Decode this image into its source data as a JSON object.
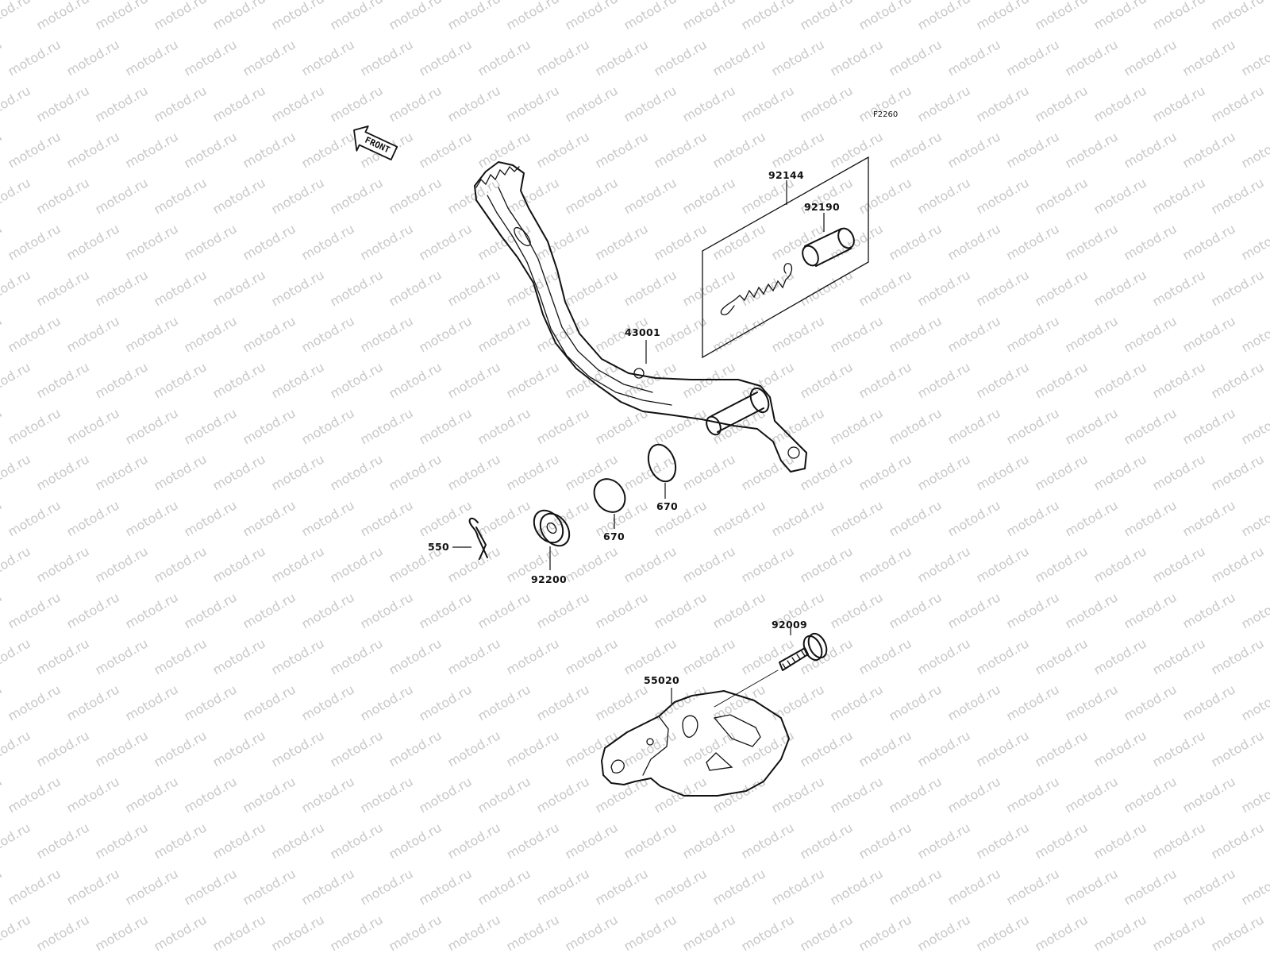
{
  "watermark": "motod.ru",
  "diagram_code": "F2260",
  "front_label": "FRONT",
  "parts": {
    "p92144": "92144",
    "p92190": "92190",
    "p43001": "43001",
    "p670a": "670",
    "p670b": "670",
    "p550": "550",
    "p92200": "92200",
    "p92009": "92009",
    "p55020": "55020"
  }
}
